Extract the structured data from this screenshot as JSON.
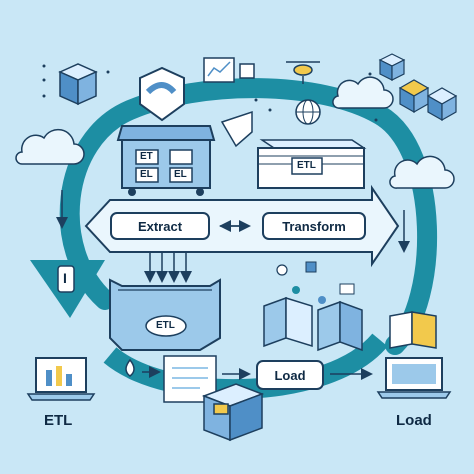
{
  "labels": {
    "extract": "Extract",
    "transform": "Transform",
    "load_box": "Load",
    "etl_bottom": "ETL",
    "load_bottom": "Load"
  },
  "box_labels": {
    "bin_tl": "ET",
    "bin_bl": "EL",
    "bin_br": "EL",
    "stack": "ETL",
    "basin": "ETL",
    "funnel": "I"
  },
  "colors": {
    "background": "#c9e7f6",
    "loop": "#1d8ea3",
    "outline": "#1d3f5e",
    "box_fill": "#9cc9ea",
    "white": "#ffffff"
  },
  "icons": [
    "cube-stack-icon",
    "cloud-icon",
    "monitor-icon",
    "drone-icon",
    "globe-icon",
    "server-rack-icon",
    "document-icon",
    "laptop-icon",
    "water-drop-icon",
    "box-icon"
  ]
}
